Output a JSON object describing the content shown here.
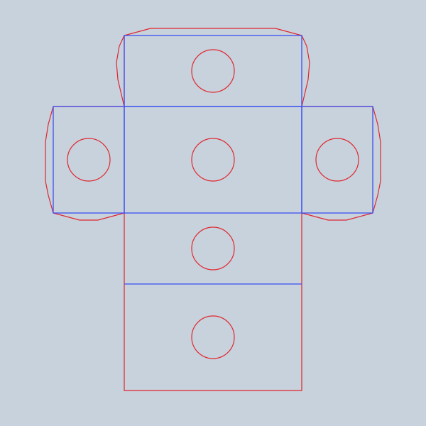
{
  "colors": {
    "background": "#c8d2dc",
    "cut_line": "#e0262e",
    "fold_line": "#3a4ef2"
  },
  "diagram": {
    "type": "box-net",
    "panels": [
      "top-flap",
      "left-side",
      "center",
      "right-side",
      "front",
      "bottom"
    ],
    "holes_per_panel": 1
  }
}
